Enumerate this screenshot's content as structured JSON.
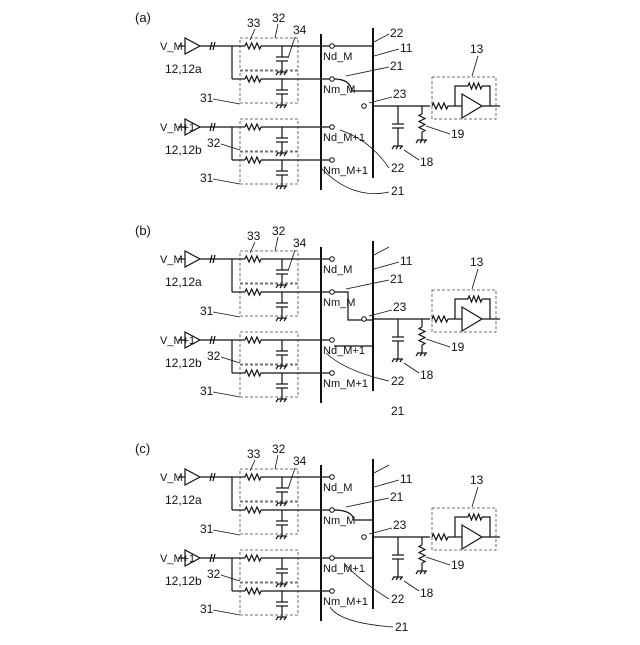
{
  "panels": [
    {
      "label": "(a)",
      "ch1": {
        "vlabel": "V_M",
        "amp": "12,12a",
        "pad_d": "INd_M",
        "pad_m": "INm_M"
      },
      "ch2": {
        "vlabel": "V_M+1",
        "amp": "12,12b",
        "pad_d": "INd_M+1",
        "pad_m": "INm_M+1"
      },
      "refs": {
        "r33": "33",
        "r32": "32",
        "r34": "34",
        "r22": "22",
        "r11": "11",
        "r21": "21",
        "r13": "13",
        "r23": "23",
        "r19": "19",
        "r18": "18",
        "r31a": "31",
        "r31b": "31",
        "r32b": "32",
        "r22b": "22",
        "r21b": "21"
      }
    },
    {
      "label": "(b)",
      "ch1": {
        "vlabel": "V_M",
        "amp": "12,12a",
        "pad_d": "INd_M",
        "pad_m": "INm_M"
      },
      "ch2": {
        "vlabel": "V_M+1",
        "amp": "12,12b",
        "pad_d": "INd_M+1",
        "pad_m": "INm_M+1"
      },
      "refs": {
        "r33": "33",
        "r32": "32",
        "r34": "34",
        "r22": "",
        "r11": "11",
        "r21": "21",
        "r13": "13",
        "r23": "23",
        "r19": "19",
        "r18": "18",
        "r31a": "31",
        "r31b": "31",
        "r32b": "32",
        "r22b": "22",
        "r21b": "21"
      }
    },
    {
      "label": "(c)",
      "ch1": {
        "vlabel": "V_M",
        "amp": "12,12a",
        "pad_d": "INd_M",
        "pad_m": "INm_M"
      },
      "ch2": {
        "vlabel": "V_M+1",
        "amp": "12,12b",
        "pad_d": "INd_M+1",
        "pad_m": "INm_M+1"
      },
      "refs": {
        "r33": "33",
        "r32": "32",
        "r34": "34",
        "r22": "",
        "r11": "11",
        "r21": "21",
        "r13": "13",
        "r23": "23",
        "r19": "19",
        "r18": "18",
        "r31a": "31",
        "r31b": "31",
        "r32b": "32",
        "r22b": "22",
        "r21b": "21"
      }
    }
  ]
}
